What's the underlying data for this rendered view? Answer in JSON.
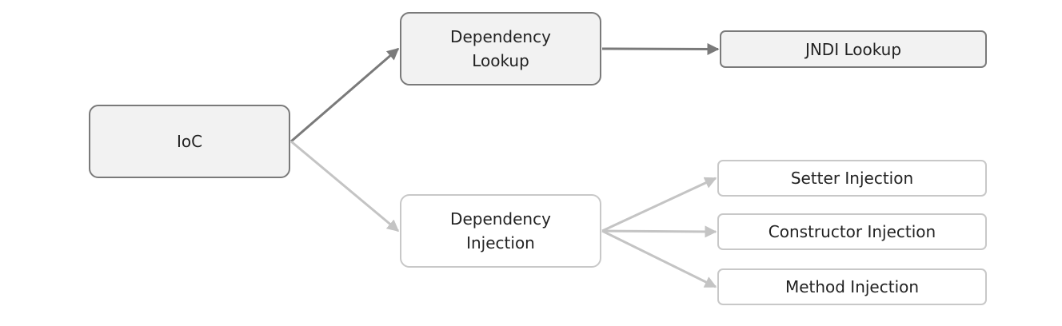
{
  "diagram": {
    "nodes": {
      "ioc": {
        "label": "IoC"
      },
      "lookup": {
        "label": "Dependency\nLookup"
      },
      "jndi": {
        "label": "JNDI Lookup"
      },
      "injection": {
        "label": "Dependency\nInjection"
      },
      "setter": {
        "label": "Setter Injection"
      },
      "constructor": {
        "label": "Constructor Injection"
      },
      "method": {
        "label": "Method Injection"
      }
    },
    "edges": [
      {
        "from": "ioc",
        "to": "lookup",
        "style": "dark"
      },
      {
        "from": "lookup",
        "to": "jndi",
        "style": "dark"
      },
      {
        "from": "ioc",
        "to": "injection",
        "style": "light"
      },
      {
        "from": "injection",
        "to": "setter",
        "style": "light"
      },
      {
        "from": "injection",
        "to": "constructor",
        "style": "light"
      },
      {
        "from": "injection",
        "to": "method",
        "style": "light"
      }
    ],
    "colors": {
      "dark_edge": "#7a7a7a",
      "light_edge": "#c4c4c4",
      "dark_fill": "#f2f2f2",
      "light_fill": "#ffffff"
    }
  }
}
